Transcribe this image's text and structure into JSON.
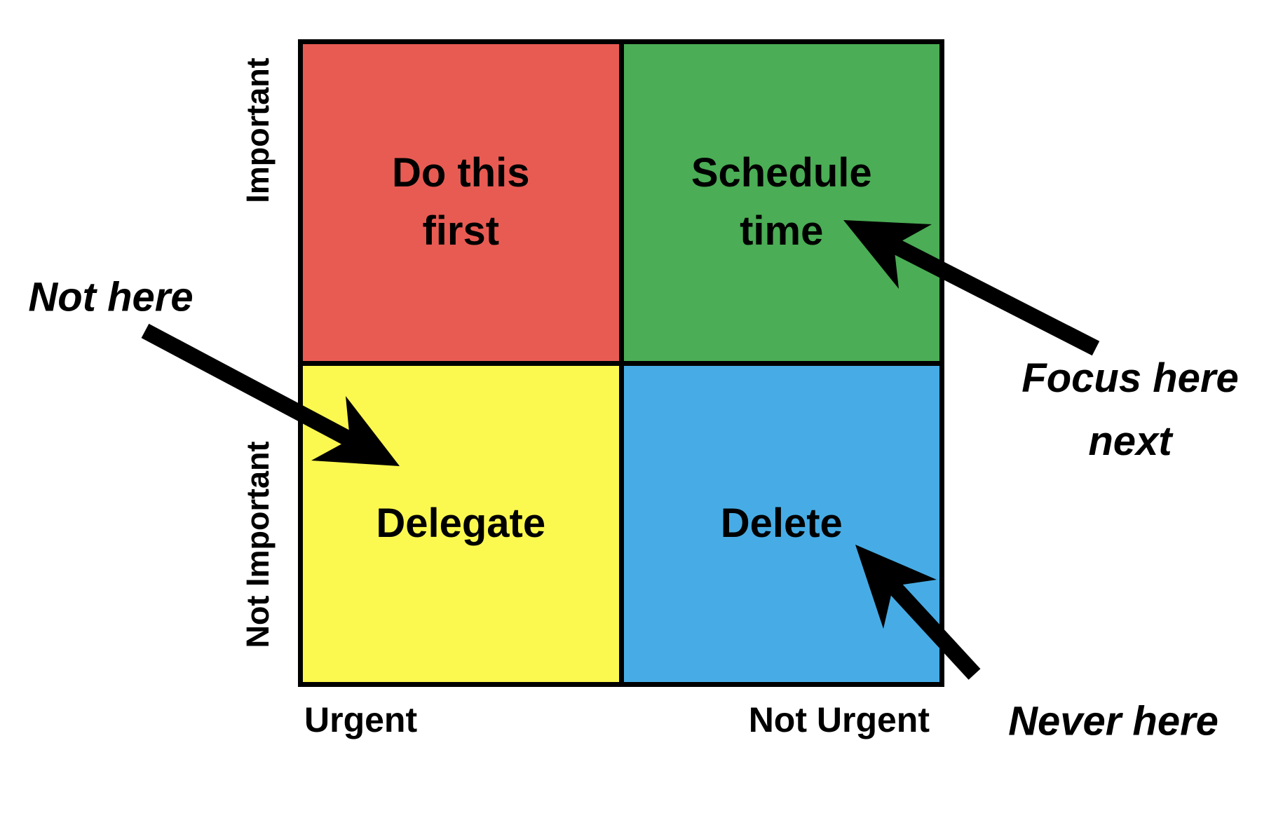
{
  "matrix": {
    "x_axis": {
      "left_label": "Urgent",
      "right_label": "Not Urgent"
    },
    "y_axis": {
      "top_label": "Important",
      "bottom_label": "Not Important"
    },
    "quadrants": [
      {
        "name": "urgent-important",
        "lines": [
          "Do this",
          "first"
        ],
        "color": "#E85B53"
      },
      {
        "name": "not-urgent-important",
        "lines": [
          "Schedule",
          "time"
        ],
        "color": "#4BAD55"
      },
      {
        "name": "urgent-not-important",
        "lines": [
          "Delegate"
        ],
        "color": "#FBF850"
      },
      {
        "name": "not-urgent-not-important",
        "lines": [
          "Delete"
        ],
        "color": "#47ACE5"
      }
    ]
  },
  "annotations": {
    "not_here": {
      "text": "Not here",
      "points_to": "Delegate quadrant"
    },
    "focus_here_next": {
      "lines": [
        "Focus here",
        "next"
      ],
      "points_to": "Schedule time quadrant"
    },
    "never_here": {
      "text": "Never here",
      "points_to": "Delete quadrant"
    }
  },
  "colors": {
    "background": "#FFFFFF",
    "border": "#000000",
    "arrow": "#000000",
    "text": "#000000"
  }
}
